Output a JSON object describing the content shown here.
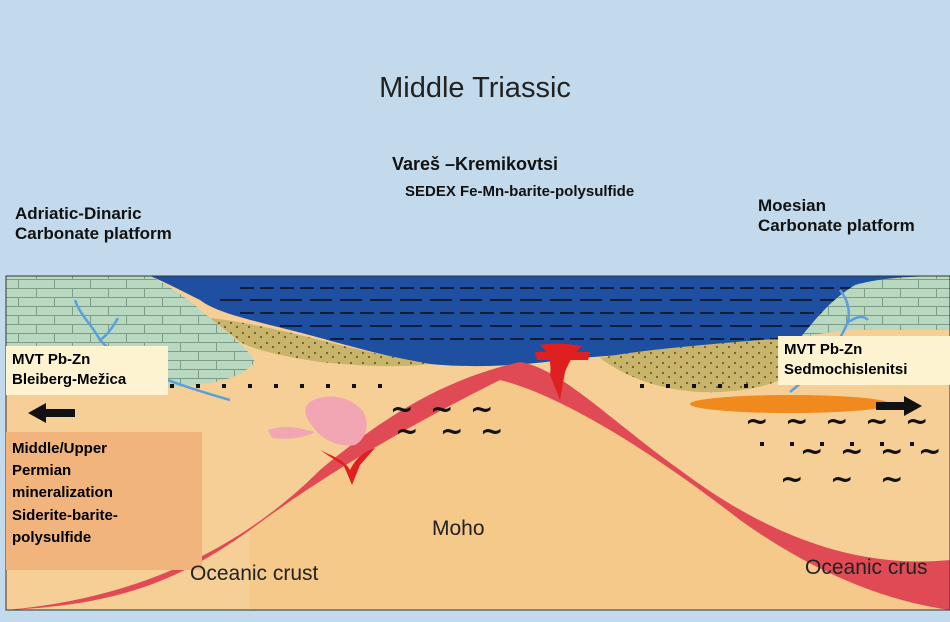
{
  "title": "Middle Triassic",
  "deposits": {
    "sedex_name": "Vareš –Kremikovtsi",
    "sedex_type": "SEDEX Fe-Mn-barite-polysulfide"
  },
  "platforms": {
    "west_line1": "Adriatic-Dinaric",
    "west_line2": "Carbonate platform",
    "east_line1": "Moesian",
    "east_line2": "Carbonate platform"
  },
  "mvt": {
    "west_line1": "MVT Pb-Zn",
    "west_line2": "Bleiberg-Mežica",
    "east_line1": "MVT Pb-Zn",
    "east_line2": "Sedmochislenitsi"
  },
  "permian": {
    "line1": "Middle/Upper",
    "line2": "Permian",
    "line3": "mineralization",
    "line4": "Siderite-barite-",
    "line5": "polysulfide"
  },
  "layers": {
    "moho": "Moho",
    "oceanic_crust_left": "Oceanic crust",
    "oceanic_crust_right": "Oceanic crus"
  },
  "colors": {
    "sea": "#1e4fa0",
    "carbonate": "#b9d8c0",
    "sediment": "#f6cf96",
    "oceanic_crust": "#e04a55",
    "mantle": "#f5c98a",
    "debris": "#c8b46a",
    "orange_body": "#f08a1e",
    "sky": "#bcd6ea"
  }
}
